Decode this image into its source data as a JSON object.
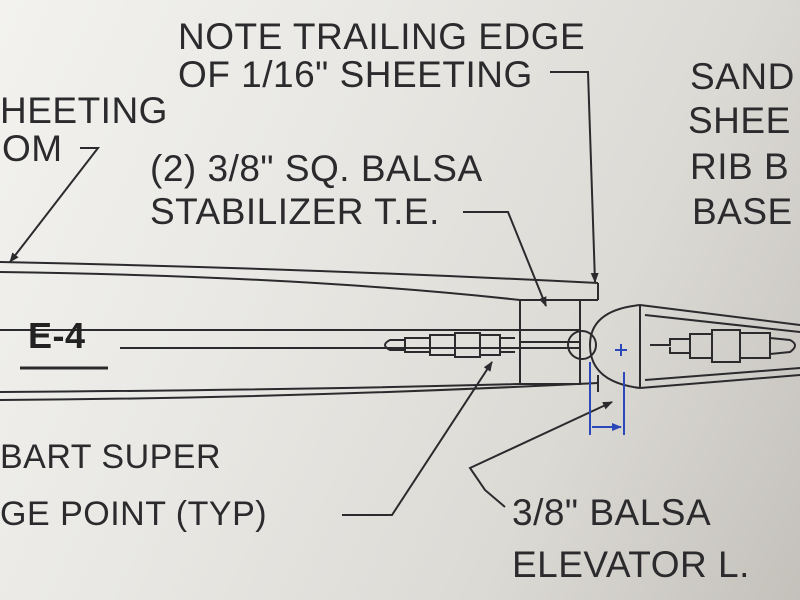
{
  "labels": {
    "note_line1": "NOTE TRAILING EDGE",
    "note_line2": "OF 1/16\" SHEETING",
    "sheeting_line1": "HEETING",
    "sheeting_line2": "OM",
    "stab_line1": "(2) 3/8\" SQ. BALSA",
    "stab_line2": "STABILIZER T.E.",
    "sand_line1": "SAND",
    "sand_line2": "SHEE",
    "sand_line3": "RIB B",
    "sand_line4": "BASE",
    "section_id": "E-4",
    "hinge_line1": "BART SUPER",
    "hinge_line2": "GE POINT (TYP)",
    "elev_line1": "3/8\" BALSA",
    "elev_line2": "ELEVATOR L."
  },
  "colors": {
    "ink": "#2b2b2e",
    "annotation_blue": "#2a48b8"
  }
}
